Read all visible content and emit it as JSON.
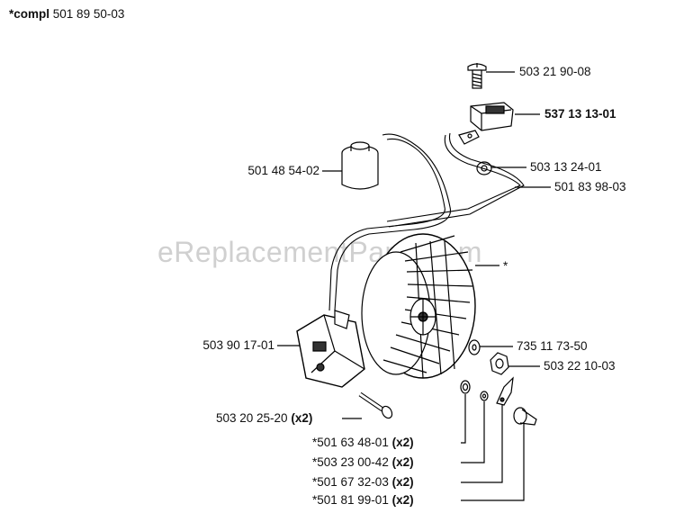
{
  "header": {
    "prefix": "*compl",
    "number": "501 89 50-03"
  },
  "watermark": "eReplacementParts.com",
  "parts": {
    "screw_top": "503 21 90-08",
    "switch": "537 13 13-01",
    "capacitor": "501 48 54-02",
    "grommet": "503 13 24-01",
    "wire": "501 83 98-03",
    "flywheel": "*",
    "ignition_module": "503 90 17-01",
    "washer": "735 11 73-50",
    "nut": "503 22 10-03",
    "module_screw": "503 20 25-20",
    "module_screw_qty": "(x2)",
    "p1": "*501 63 48-01",
    "p2": "*503 23 00-42",
    "p3": "*501 67 32-03",
    "p4": "*501 81 99-01",
    "qty": "(x2)"
  }
}
